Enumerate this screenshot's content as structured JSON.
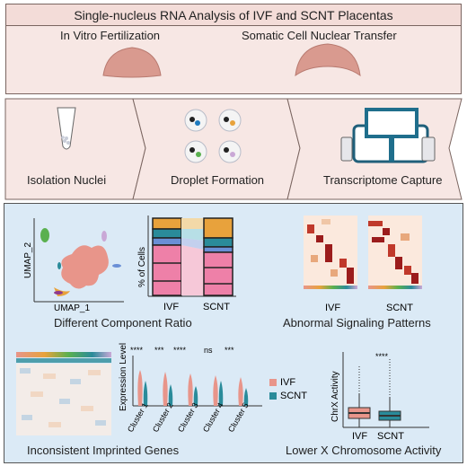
{
  "title": "Single-nucleus RNA Analysis of IVF and SCNT Placentas",
  "groups": {
    "ivf_full": "In Vitro Fertilization",
    "scnt_full": "Somatic Cell Nuclear Transfer"
  },
  "steps": [
    {
      "label": "Isolation Nuclei"
    },
    {
      "label": "Droplet Formation"
    },
    {
      "label": "Transcriptome Capture"
    }
  ],
  "panels": {
    "umap": {
      "xlabel": "UMAP_1",
      "ylabel": "UMAP_2"
    },
    "bar": {
      "ylabel": "% of Cells",
      "cat1": "IVF",
      "cat2": "SCNT"
    },
    "component_caption": "Different Component Ratio",
    "heatmap": {
      "cat1": "IVF",
      "cat2": "SCNT"
    },
    "signaling_caption": "Abnormal Signaling Patterns",
    "violin": {
      "ylabel": "Expression Level",
      "clusters": [
        "Cluster 1",
        "Cluster 2",
        "Cluster 3",
        "Cluster 4",
        "Cluster 5"
      ],
      "sig": [
        "****",
        "***",
        "****",
        "ns",
        "***"
      ],
      "legend": [
        {
          "name": "IVF",
          "color": "#e8958a"
        },
        {
          "name": "SCNT",
          "color": "#2a8b9a"
        }
      ]
    },
    "imprinted_caption": "Inconsistent Imprinted Genes",
    "box": {
      "ylabel": "ChrX Activity",
      "sig": "****",
      "cat1": "IVF",
      "cat2": "SCNT"
    },
    "xchrom_caption": "Lower X Chromosome Activity"
  },
  "colors": {
    "ivf": "#e8958a",
    "scnt": "#2a8b9a",
    "accent": "#1f6e8c"
  }
}
